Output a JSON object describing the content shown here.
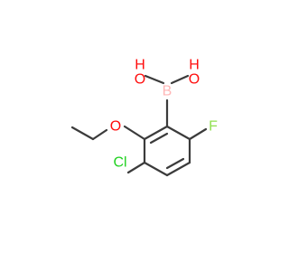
{
  "molecule": {
    "atoms": {
      "oh_left": "H",
      "o_left": "O",
      "o_right": "O",
      "oh_right": "H",
      "boron": "B",
      "ether_oxygen": "O",
      "fluorine": "F",
      "chlorine": "Cl"
    },
    "colors": {
      "bond": "#3b3b3b",
      "oxygen": "#ff0d0d",
      "boron": "#ffb5b5",
      "fluorine": "#90e050",
      "chlorine": "#1fd11f",
      "hydrogen": "#ff0d0d"
    }
  }
}
